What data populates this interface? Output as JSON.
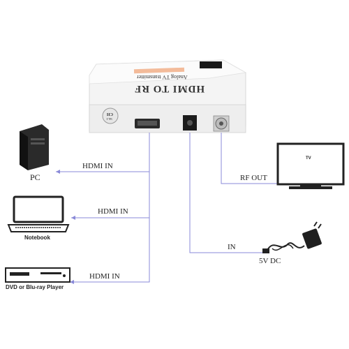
{
  "converter": {
    "title": "HDMI TO RF",
    "subtitle": "Analog TV transmitter",
    "button_label": "CH",
    "button_sub": "SET"
  },
  "devices": {
    "pc": "PC",
    "notebook": "Notebook",
    "dvd": "DVD or Blu-ray Player",
    "tv": "TV",
    "power": "5V DC"
  },
  "connections": {
    "pc_in": "HDMI IN",
    "notebook_in": "HDMI IN",
    "dvd_in": "HDMI IN",
    "rf_out": "RF OUT",
    "power_in": "IN"
  },
  "colors": {
    "line": "#8a8ad8",
    "box": "#f2f2f2",
    "title_accent": "#e0602c"
  }
}
